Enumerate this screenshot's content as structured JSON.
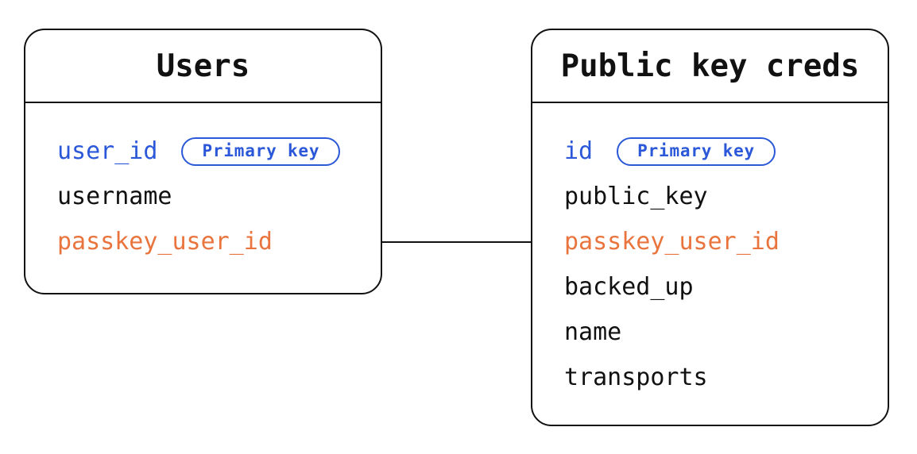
{
  "diagram": {
    "tables": [
      {
        "title": "Users",
        "fields": [
          {
            "name": "user_id",
            "color": "blue",
            "badge": "Primary key"
          },
          {
            "name": "username",
            "color": "black"
          },
          {
            "name": "passkey_user_id",
            "color": "orange"
          }
        ]
      },
      {
        "title": "Public key creds",
        "fields": [
          {
            "name": "id",
            "color": "blue",
            "badge": "Primary key"
          },
          {
            "name": "public_key",
            "color": "black"
          },
          {
            "name": "passkey_user_id",
            "color": "orange"
          },
          {
            "name": "backed_up",
            "color": "black"
          },
          {
            "name": "name",
            "color": "black"
          },
          {
            "name": "transports",
            "color": "black"
          }
        ]
      }
    ],
    "relationship": {
      "from_table": "Users",
      "from_field": "passkey_user_id",
      "to_table": "Public key creds",
      "to_field": "passkey_user_id"
    },
    "colors": {
      "primary_blue": "#2b58d8",
      "accent_orange": "#e9743d",
      "ink": "#111111",
      "background": "#ffffff"
    }
  }
}
